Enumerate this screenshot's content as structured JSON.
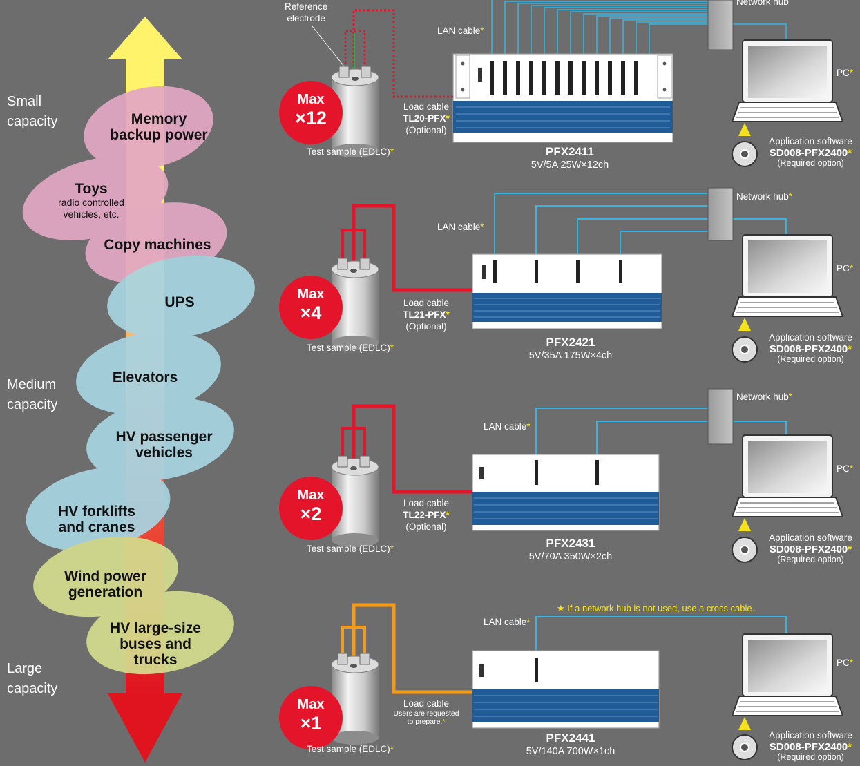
{
  "capacity": {
    "small": "Small\ncapacity",
    "medium": "Medium\ncapacity",
    "large": "Large\ncapacity"
  },
  "applications": [
    {
      "title": "Memory\nbackup power",
      "sub": ""
    },
    {
      "title": "Toys",
      "sub": "radio controlled\nvehicles, etc."
    },
    {
      "title": "Copy machines",
      "sub": ""
    },
    {
      "title": "UPS",
      "sub": ""
    },
    {
      "title": "Elevators",
      "sub": ""
    },
    {
      "title": "HV passenger\nvehicles",
      "sub": ""
    },
    {
      "title": "HV forklifts\nand cranes",
      "sub": ""
    },
    {
      "title": "Wind power\ngeneration",
      "sub": ""
    },
    {
      "title": "HV large-size\nbuses and trucks",
      "sub": ""
    }
  ],
  "common": {
    "reference_electrode": "Reference\nelectrode",
    "lan_cable": "LAN cable",
    "network_hub": "Network hub",
    "pc": "PC",
    "test_sample": "Test sample (EDLC)",
    "load_cable": "Load cable",
    "app_software": "Application software",
    "software_name": "SD008-PFX2400",
    "required_option": "(Required option)",
    "optional": "(Optional)",
    "asterisk": "*",
    "max": "Max",
    "user_prepare": "Users are requested\nto prepare.",
    "cross_cable_note": "★ If a network hub is not used, use a cross cable."
  },
  "systems": [
    {
      "model": "PFX2411",
      "spec": "5V/5A 25W×12ch",
      "max": "×12",
      "load_cable": "TL20-PFX"
    },
    {
      "model": "PFX2421",
      "spec": "5V/35A 175W×4ch",
      "max": "×4",
      "load_cable": "TL21-PFX"
    },
    {
      "model": "PFX2431",
      "spec": "5V/70A 350W×2ch",
      "max": "×2",
      "load_cable": "TL22-PFX"
    },
    {
      "model": "PFX2441",
      "spec": "5V/140A 700W×1ch",
      "max": "×1",
      "load_cable": ""
    }
  ],
  "colors": {
    "background": "#6d6d6d",
    "lan": "#33b5e5",
    "load_cable_red": "#e4152b",
    "load_cable_orange": "#f29a1a",
    "asterisk": "#f6e21a",
    "badge": "#e4152b",
    "pink_ellipse": "#e2a7c4",
    "blue_ellipse": "#a8d4e2",
    "green_ellipse": "#d4dc8e"
  }
}
